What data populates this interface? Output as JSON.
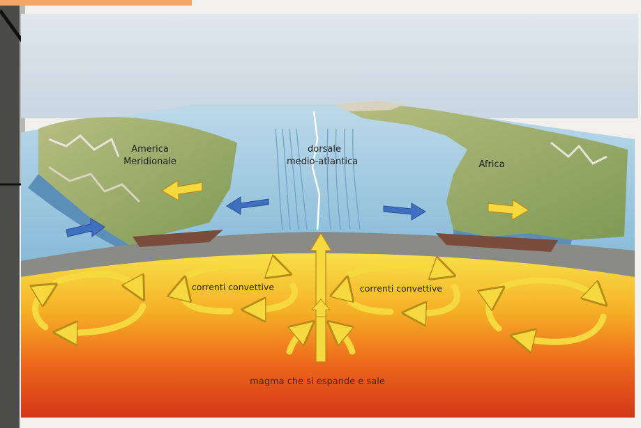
{
  "labels": {
    "america": [
      "America",
      "Meridionale"
    ],
    "ridge": [
      "dorsale",
      "medio-atlantica"
    ],
    "africa": "Africa",
    "convection_left": "correnti convettive",
    "convection_right": "correnti convettive",
    "magma": "magma che si espande e sale"
  },
  "colors": {
    "ocean": "#8fc3df",
    "land": "#9ab06a",
    "mantle_top": "#f7d93a",
    "mantle_bottom": "#d83a16",
    "arrow_yellow": "#f6d93e",
    "arrow_blue": "#3f6fc0",
    "orange_corner": "#f4a361"
  }
}
